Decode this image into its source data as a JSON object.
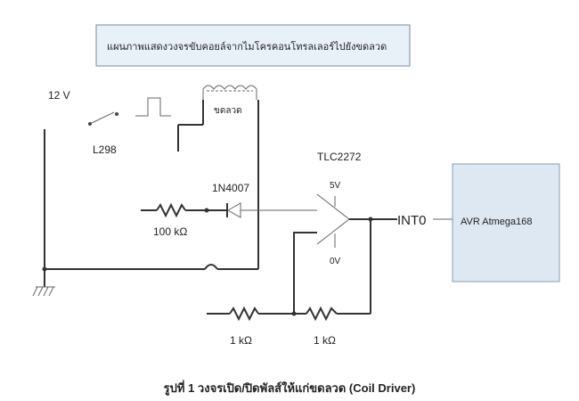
{
  "header": {
    "text": "แผนภาพแสดงวงจรขับคอยล์จากไมโครคอนโทรลเลอร์ไปยังขดลวด"
  },
  "labels": {
    "supply": "12 V",
    "driver": "L298",
    "coil": "ขดลวด",
    "diode": "1N4007",
    "opamp": "TLC2272",
    "plus": "5V",
    "minus": "0V",
    "r_in": "100 kΩ",
    "r_a": "1 kΩ",
    "r_b": "1 kΩ",
    "net": "INT0",
    "mcu": "AVR Atmega168"
  },
  "caption": "รูปที่ 1 วงจรเปิด/ปิดพัลส์ให้แก่ขดลวด (Coil Driver)",
  "colors": {
    "mcu_fill": "#dde8f3",
    "header_fill": "#e8f0f8",
    "wire": "#333333"
  }
}
